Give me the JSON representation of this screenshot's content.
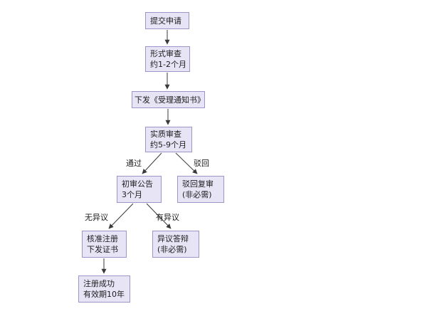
{
  "nodes": {
    "submit": {
      "line1": "提交申请"
    },
    "formal_review": {
      "line1": "形式审查",
      "line2": "约1-2个月"
    },
    "acceptance_notice": {
      "line1": "下发《受理通知书》"
    },
    "substantive_review": {
      "line1": "实质审查",
      "line2": "约5-9个月"
    },
    "preliminary_announcement": {
      "line1": "初审公告",
      "line2": "3个月"
    },
    "rejection_review": {
      "line1": "驳回复审",
      "line2": "(非必需)"
    },
    "approval_registration": {
      "line1": "核准注册",
      "line2": "下发证书"
    },
    "objection_defense": {
      "line1": "异议答辩",
      "line2": "(非必需)"
    },
    "registration_success": {
      "line1": "注册成功",
      "line2": "有效期10年"
    }
  },
  "edge_labels": {
    "pass": "通过",
    "reject": "驳回",
    "no_objection": "无异议",
    "objection": "有异议"
  },
  "colors": {
    "background": "#ffffff",
    "node_fill": "#e7e4f6",
    "node_border": "#9b96c9",
    "arrow": "#3a3a3a",
    "text": "#1c1c1c"
  }
}
